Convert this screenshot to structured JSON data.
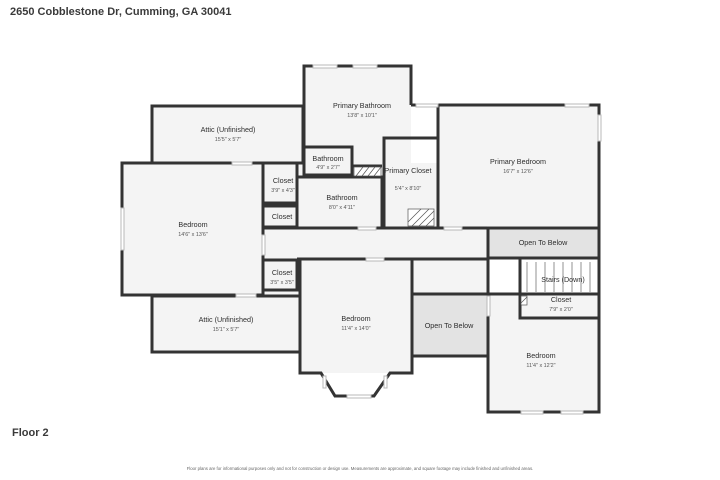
{
  "header": {
    "address": "2650 Cobblestone Dr, Cumming, GA 30041"
  },
  "floor_label": "Floor 2",
  "disclaimer": "Floor plans are for informational purposes only and not for construction or design use. Measurements are approximate, and square footage may include finished and unfinished areas.",
  "rooms": [
    {
      "name": "Attic (Unfinished)",
      "dims": "15'5\" x 5'7\""
    },
    {
      "name": "Primary Bathroom",
      "dims": "13'8\" x 10'1\""
    },
    {
      "name": "Primary Bedroom",
      "dims": "16'7\" x 12'6\""
    },
    {
      "name": "Bathroom",
      "dims": "4'9\" x 2'7\""
    },
    {
      "name": "Primary Closet",
      "dims": "5'4\" x 8'10\""
    },
    {
      "name": "Closet",
      "dims": "3'9\" x 4'3\""
    },
    {
      "name": "Bedroom",
      "dims": "14'6\" x 13'6\""
    },
    {
      "name": "Bathroom",
      "dims": "8'0\" x 4'11\""
    },
    {
      "name": "Closet",
      "dims": ""
    },
    {
      "name": "Open To Below",
      "dims": ""
    },
    {
      "name": "Closet",
      "dims": "3'5\" x 3'5\""
    },
    {
      "name": "Stairs (Down)",
      "dims": ""
    },
    {
      "name": "Closet",
      "dims": "7'9\" x 2'0\""
    },
    {
      "name": "Attic (Unfinished)",
      "dims": "15'1\" x 5'7\""
    },
    {
      "name": "Bedroom",
      "dims": "11'4\" x 14'0\""
    },
    {
      "name": "Open To Below",
      "dims": ""
    },
    {
      "name": "Bedroom",
      "dims": "11'4\" x 12'2\""
    }
  ]
}
